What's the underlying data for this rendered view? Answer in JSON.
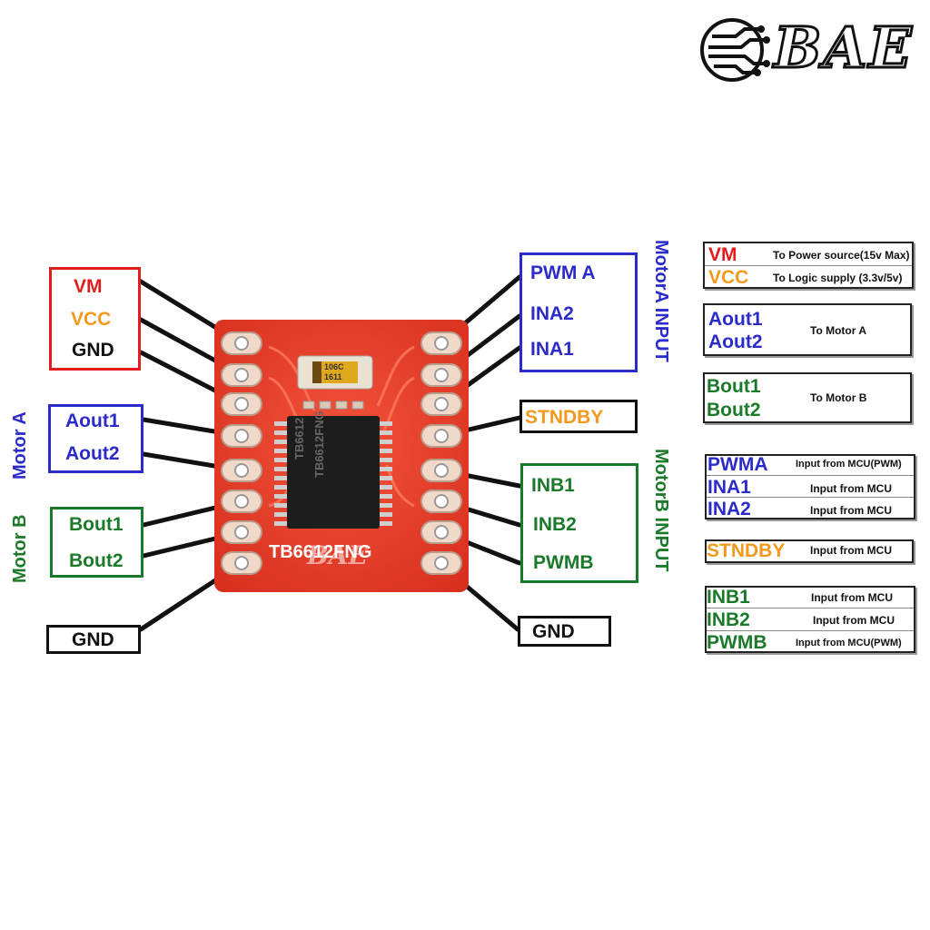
{
  "logo": {
    "text": "BAE"
  },
  "board": {
    "chip_text_1": "TB6612",
    "chip_text_2": "TB6612FNG",
    "silkscreen": "TB6612FNG",
    "watermark": "BAE",
    "cap_text_1": "106C",
    "cap_text_2": "1611"
  },
  "left": {
    "power": {
      "vm": "VM",
      "vcc": "VCC",
      "gnd": "GND"
    },
    "motor_a": {
      "side_label": "Motor A",
      "aout1": "Aout1",
      "aout2": "Aout2"
    },
    "motor_b": {
      "side_label": "Motor B",
      "bout1": "Bout1",
      "bout2": "Bout2"
    },
    "gnd": "GND"
  },
  "right": {
    "motor_a_input": {
      "side_label": "MotorA INPUT",
      "pwma": "PWM A",
      "ina2": "INA2",
      "ina1": "INA1"
    },
    "stndby": "STNDBY",
    "motor_b_input": {
      "side_label": "MotorB INPUT",
      "inb1": "INB1",
      "inb2": "INB2",
      "pwmb": "PWMB"
    },
    "gnd": "GND"
  },
  "legend": {
    "power": [
      {
        "name": "VM",
        "desc": "To Power source(15v Max)",
        "color": "#e21b1b"
      },
      {
        "name": "VCC",
        "desc": "To Logic supply (3.3v/5v)",
        "color": "#f39a1c"
      }
    ],
    "motor_a": {
      "names": [
        "Aout1",
        "Aout2"
      ],
      "desc": "To Motor A",
      "color": "#2b2bc9"
    },
    "motor_b": {
      "names": [
        "Bout1",
        "Bout2"
      ],
      "desc": "To Motor B",
      "color": "#1b7a2a"
    },
    "inputs_a": [
      {
        "name": "PWMA",
        "desc": "Input from MCU(PWM)",
        "color": "#2b2bc9"
      },
      {
        "name": "INA1",
        "desc": "Input from MCU",
        "color": "#2b2bc9"
      },
      {
        "name": "INA2",
        "desc": "Input from MCU",
        "color": "#2b2bc9"
      }
    ],
    "stndby": {
      "name": "STNDBY",
      "desc": "Input from MCU",
      "color": "#f39a1c"
    },
    "inputs_b": [
      {
        "name": "INB1",
        "desc": "Input from MCU",
        "color": "#1b7a2a"
      },
      {
        "name": "INB2",
        "desc": "Input from MCU",
        "color": "#1b7a2a"
      },
      {
        "name": "PWMB",
        "desc": "Input from MCU(PWM)",
        "color": "#1b7a2a"
      }
    ]
  }
}
